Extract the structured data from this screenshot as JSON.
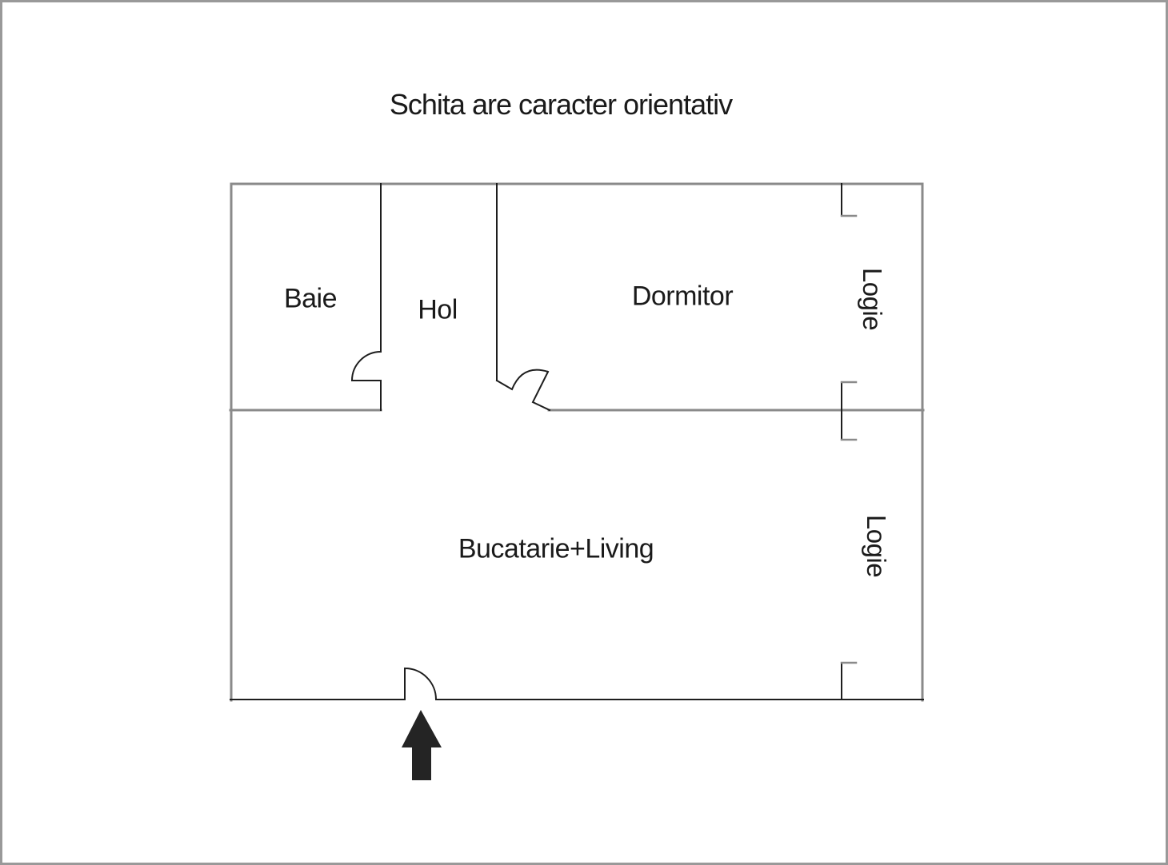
{
  "title": "Schita are caracter orientativ",
  "floor_plan": {
    "rooms": {
      "baie": "Baie",
      "hol": "Hol",
      "dormitor": "Dormitor",
      "bucatarie_living": "Bucatarie+Living",
      "logie_upper": "Logie",
      "logie_lower": "Logie"
    },
    "entrance_marker": "up-arrow"
  },
  "colors": {
    "wall_gray": "#8a8a8a",
    "line_black": "#1e1e1e",
    "arrow_black": "#242424",
    "page_border": "#999999",
    "background": "#ffffff",
    "text": "#1a1a1a"
  }
}
